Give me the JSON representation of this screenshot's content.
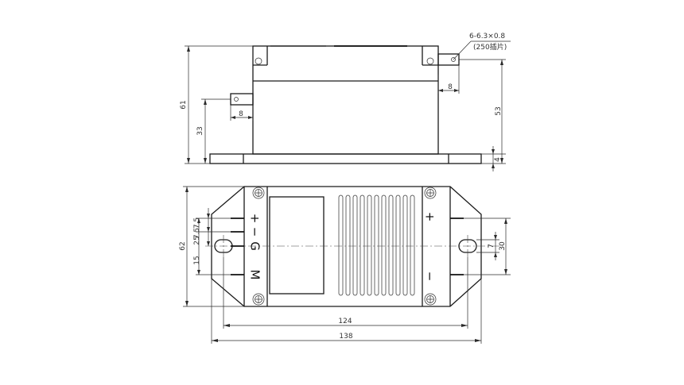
{
  "drawing": {
    "top_view": {
      "terminal_spec": "6-6.3×0.8",
      "terminal_note": "(250插片)",
      "dim_overall_height": "61",
      "dim_right_terminal_height": "53",
      "dim_left_terminal_height": "33",
      "dim_base_thickness": "4",
      "dim_left_tab_width": "8",
      "dim_right_tab_width": "8"
    },
    "bottom_view": {
      "dim_total_width": "138",
      "dim_hole_spacing": "124",
      "dim_overall_height": "62",
      "dim_right_span": "30",
      "dim_right_small": "7",
      "dim_left_pitch_a": "7.5",
      "dim_left_pitch_b": "7.5",
      "dim_left_pitch_c": "25",
      "dim_left_bottom": "15",
      "left_labels": [
        "+",
        "−",
        "G",
        "M"
      ],
      "right_labels": [
        "+",
        "−"
      ]
    }
  }
}
